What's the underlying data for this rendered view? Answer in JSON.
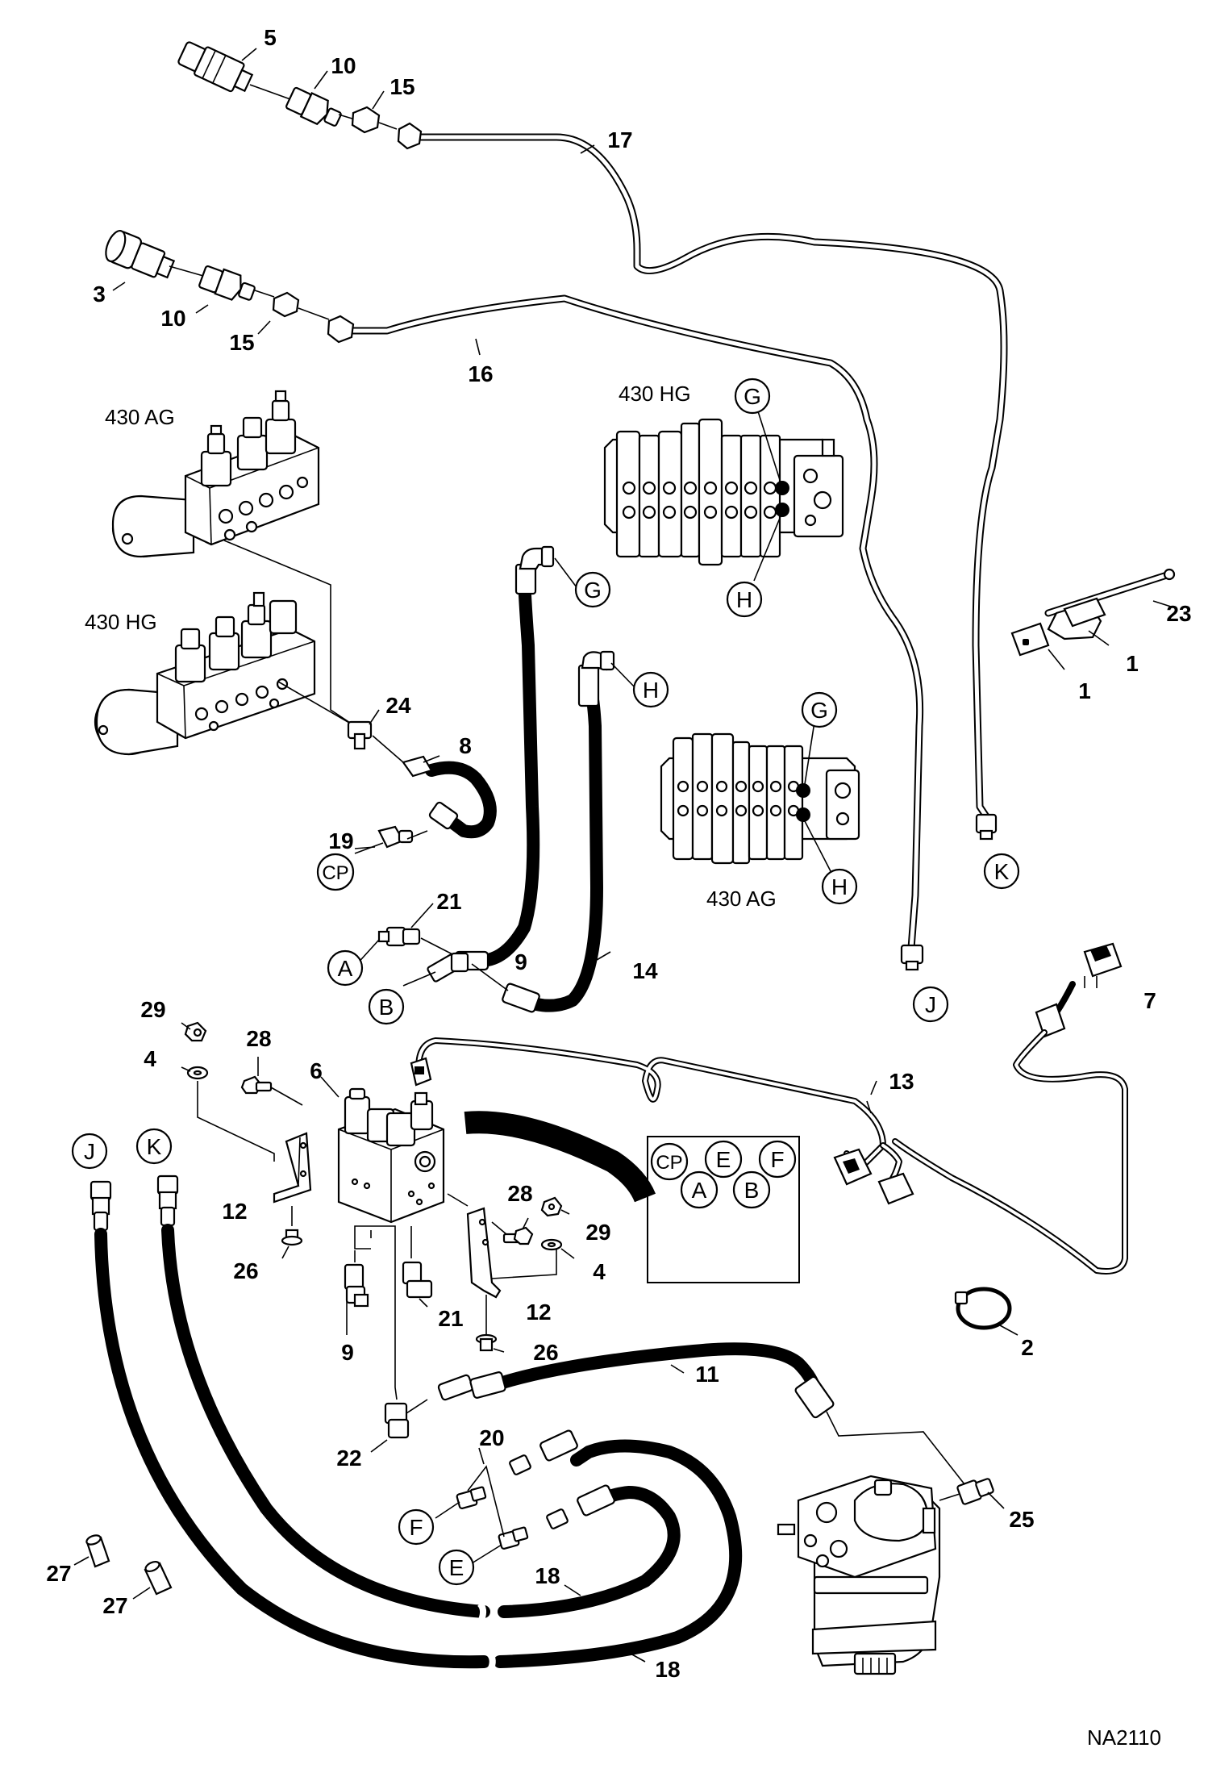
{
  "drawing_id": "NA2110",
  "valve_labels": {
    "ag_upper": "430 AG",
    "hg_upper": "430 HG",
    "hg_control": "430 HG",
    "ag_control": "430 AG"
  },
  "port_labels": {
    "g_hg": "G",
    "h_hg": "H",
    "g_ag": "G",
    "h_ag": "H",
    "g_hose": "G",
    "h_hose": "H",
    "k_tube": "K",
    "j_tube": "J",
    "cp": "CP",
    "a": "A",
    "b": "B",
    "j_hose": "J",
    "k_hose": "K",
    "f_fit": "F",
    "e_fit": "E"
  },
  "legend_box": [
    "CP",
    "E",
    "F",
    "A",
    "B"
  ],
  "callouts": {
    "c5": "5",
    "c10a": "10",
    "c15a": "15",
    "c17": "17",
    "c3": "3",
    "c10b": "10",
    "c15b": "15",
    "c16": "16",
    "c23": "23",
    "c1a": "1",
    "c1b": "1",
    "c24": "24",
    "c8": "8",
    "c19": "19",
    "c21a": "21",
    "c9a": "9",
    "c14": "14",
    "c7": "7",
    "c29a": "29",
    "c28a": "28",
    "c4a": "4",
    "c6": "6",
    "c13": "13",
    "c12a": "12",
    "c26a": "26",
    "c28b": "28",
    "c29b": "29",
    "c4b": "4",
    "c9b": "9",
    "c21b": "21",
    "c12b": "12",
    "c26b": "26",
    "c11": "11",
    "c2": "2",
    "c22": "22",
    "c20": "20",
    "c25": "25",
    "c27a": "27",
    "c27b": "27",
    "c18a": "18",
    "c18b": "18"
  }
}
